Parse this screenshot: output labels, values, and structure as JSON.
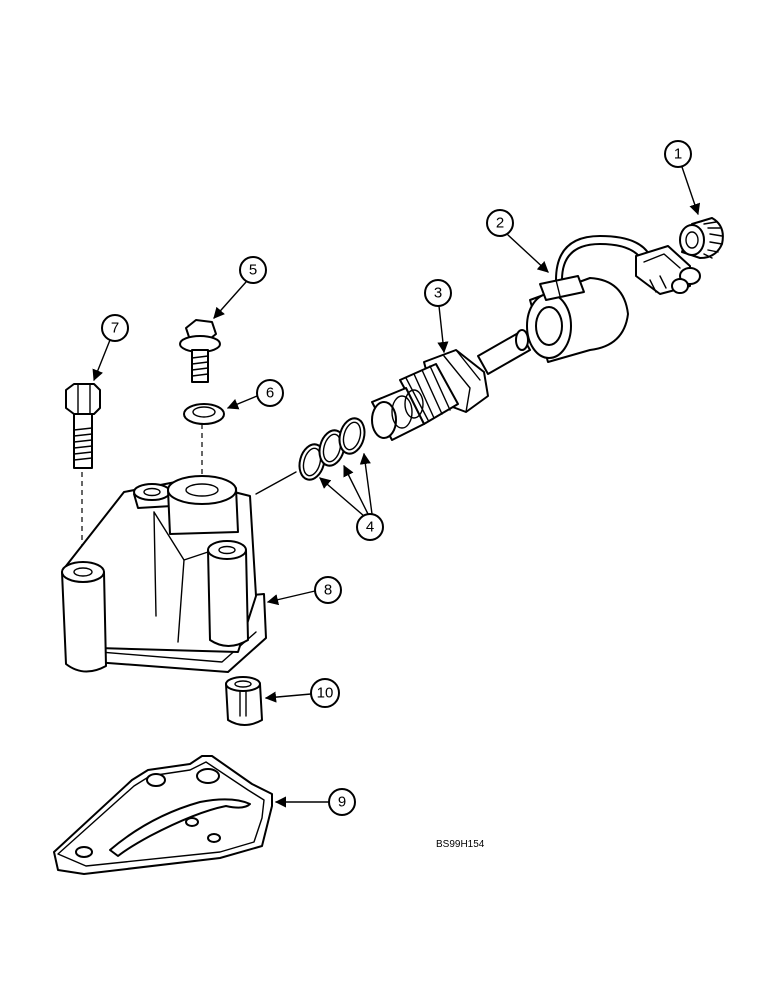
{
  "callouts": {
    "c1": "1",
    "c2": "2",
    "c3": "3",
    "c4": "4",
    "c5": "5",
    "c6": "6",
    "c7": "7",
    "c8": "8",
    "c9": "9",
    "c10": "10"
  },
  "reference_code": "BS99H154"
}
